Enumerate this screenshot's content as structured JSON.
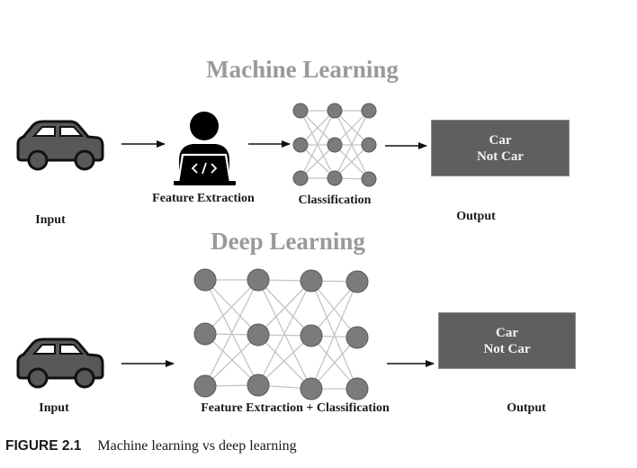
{
  "machine_learning": {
    "title": "Machine Learning",
    "input_label": "Input",
    "steps": [
      {
        "label": "Feature Extraction",
        "icon": "person-laptop-code-icon"
      },
      {
        "label": "Classification",
        "icon": "neural-network-icon"
      }
    ],
    "output": {
      "label": "Output",
      "lines": [
        "Car",
        "Not Car"
      ]
    }
  },
  "deep_learning": {
    "title": "Deep Learning",
    "input_label": "Input",
    "step": {
      "label": "Feature Extraction + Classification",
      "icon": "neural-network-icon"
    },
    "output": {
      "label": "Output",
      "lines": [
        "Car",
        "Not Car"
      ]
    }
  },
  "caption": {
    "figure_number": "FIGURE 2.1",
    "text": "Machine learning vs deep learning"
  },
  "colors": {
    "title_gray": "#9a9a9a",
    "icon_dark": "#58585a",
    "node_fill": "#7b7b7d",
    "edge_gray": "#c4c4c4",
    "output_box": "#5f5f61",
    "output_text": "#f2f2f2"
  }
}
